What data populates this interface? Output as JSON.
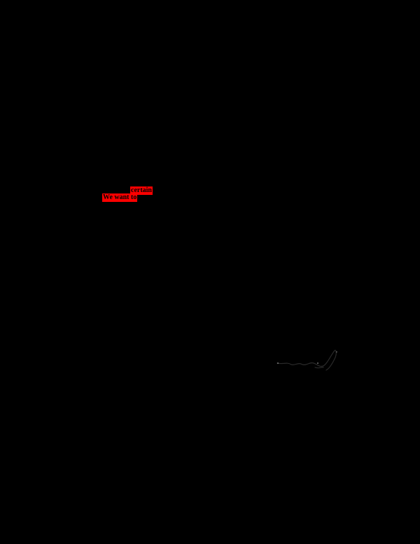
{
  "document": {
    "background": "#000000",
    "highlight_color": "#ff0000",
    "highlights": [
      {
        "text": "certain"
      },
      {
        "text": "We want to"
      }
    ],
    "signature": {
      "icon": "signature-mark"
    }
  }
}
